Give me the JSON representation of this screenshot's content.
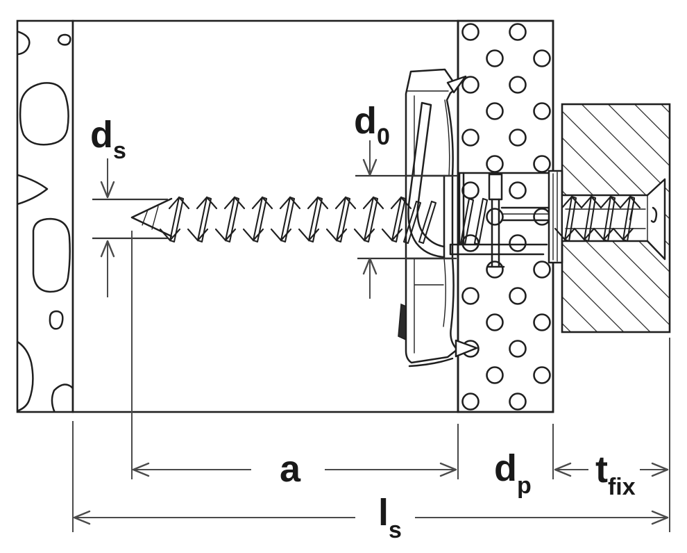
{
  "diagram": {
    "labels": {
      "ds": {
        "main": "d",
        "sub": "s"
      },
      "d0": {
        "main": "d",
        "sub": "0"
      },
      "a": {
        "main": "a",
        "sub": ""
      },
      "dp": {
        "main": "d",
        "sub": "p"
      },
      "tfix": {
        "main": "t",
        "sub": "fix"
      },
      "ls": {
        "main": "l",
        "sub": "s"
      }
    },
    "colors": {
      "line": "#1f1f1f",
      "dimension": "#4a4a4a",
      "background": "#ffffff",
      "dark_fill": "#2b2b2b"
    }
  }
}
